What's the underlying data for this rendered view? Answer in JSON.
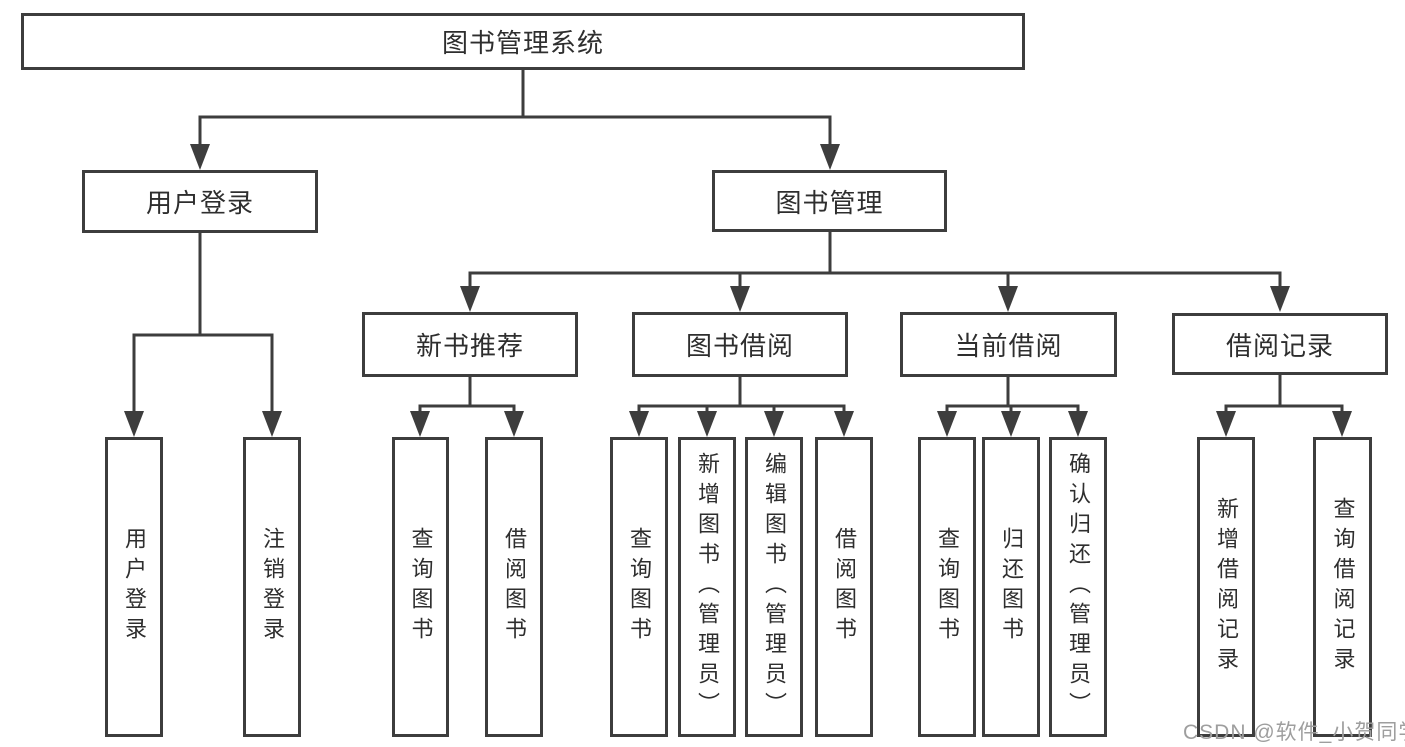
{
  "tree": {
    "root": "图书管理系统",
    "user_login": {
      "label": "用户登录",
      "children": [
        "用户登录",
        "注销登录"
      ]
    },
    "book_mgmt": {
      "label": "图书管理",
      "sections": [
        {
          "label": "新书推荐",
          "children": [
            "查询图书",
            "借阅图书"
          ]
        },
        {
          "label": "图书借阅",
          "children": [
            "查询图书",
            "新增图书（管理员）",
            "编辑图书（管理员）",
            "借阅图书"
          ]
        },
        {
          "label": "当前借阅",
          "children": [
            "查询图书",
            "归还图书",
            "确认归还（管理员）"
          ]
        },
        {
          "label": "借阅记录",
          "children": [
            "新增借阅记录",
            "查询借阅记录"
          ]
        }
      ]
    }
  },
  "watermark": "CSDN @软件_小贺同学",
  "colors": {
    "line": "#3d3d3d",
    "box_border": "#3d3d3d",
    "text": "#2e2e2e",
    "watermark": "#9e9e9e",
    "background": "#ffffff"
  }
}
